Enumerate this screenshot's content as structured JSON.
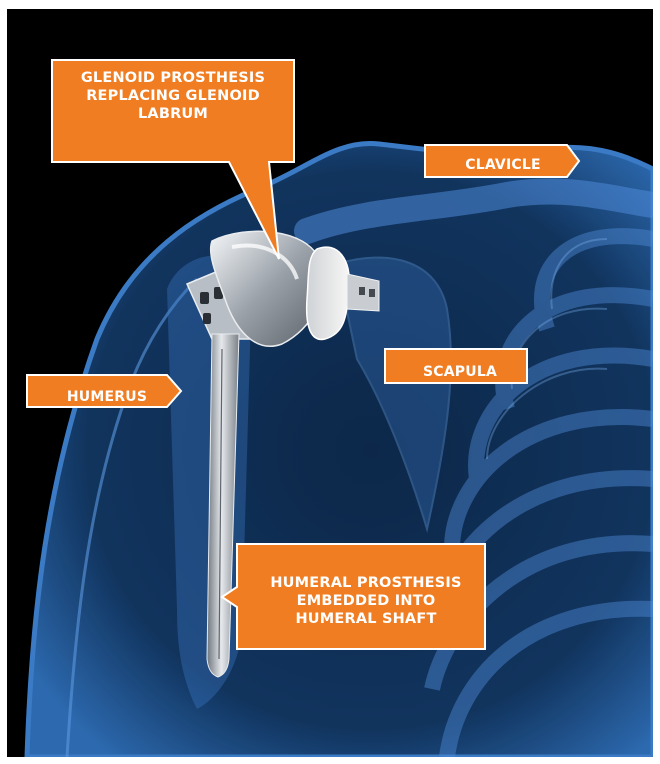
{
  "labels": {
    "glenoid": {
      "lines": [
        "GLENOID PROSTHESIS",
        "REPLACING GLENOID",
        "LABRUM"
      ]
    },
    "clavicle": {
      "text": "CLAVICLE"
    },
    "scapula": {
      "text": "SCAPULA"
    },
    "humerus": {
      "text": "HUMERUS"
    },
    "humeral": {
      "lines": [
        "HUMERAL PROSTHESIS",
        "EMBEDDED INTO",
        "HUMERAL SHAFT"
      ]
    }
  },
  "colors": {
    "callout": "#F07D22",
    "background": "#000000",
    "skeleton": "#4F8BD8",
    "body_glow": "#2A5E9E",
    "implant": "#C9CDD2"
  }
}
